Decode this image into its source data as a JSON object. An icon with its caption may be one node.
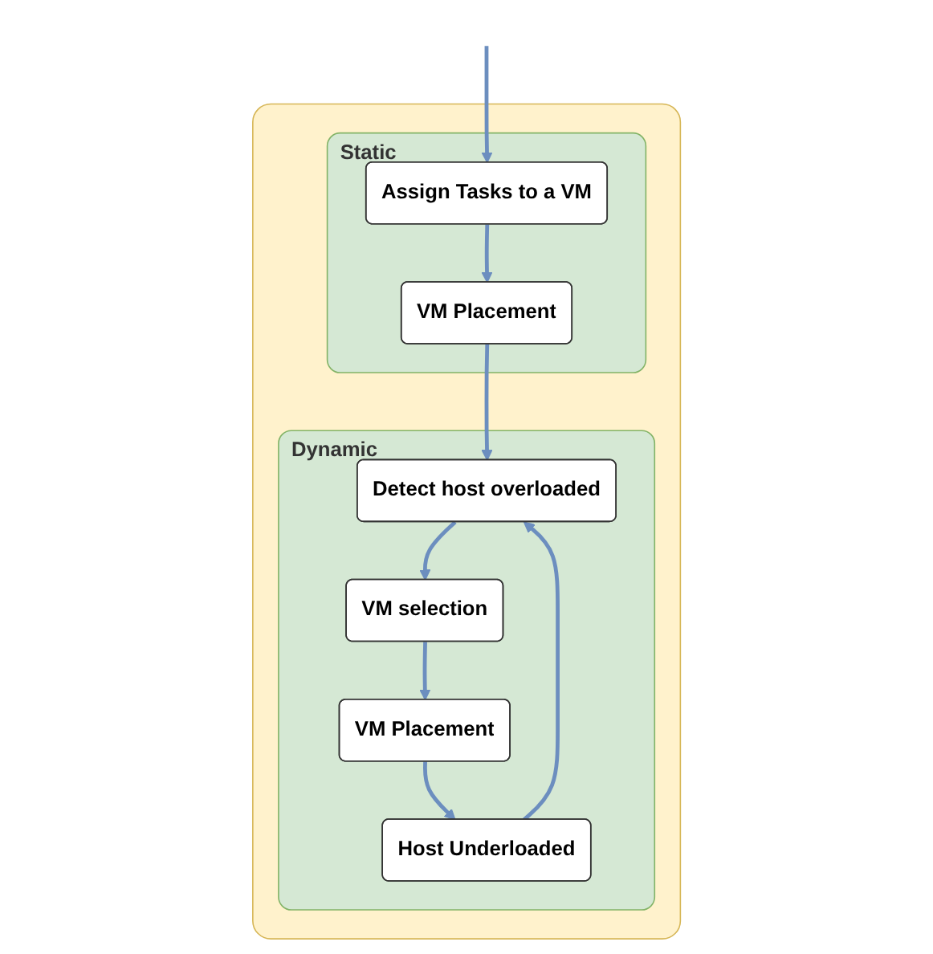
{
  "diagram": {
    "nodes": [
      {
        "text": [],
        "shape": "box"
      },
      {
        "text": [
          "Static"
        ],
        "in": 0
      },
      {
        "text": [
          "Assign Tasks to a VM"
        ],
        "in": 1
      },
      {
        "text": [
          "VM Placement"
        ],
        "in": 1
      },
      {
        "text": [
          "Dynamic"
        ],
        "in": 0
      },
      {
        "text": [
          "Detect host overloaded"
        ],
        "in": 4
      },
      {
        "text": [
          "Host Underloaded"
        ],
        "in": 4
      },
      {
        "text": [
          "VM selection"
        ],
        "in": 4
      },
      {
        "text": [
          "VM Placement"
        ],
        "in": 4
      }
    ],
    "edges": [
      {
        "from": null,
        "to": 2,
        "arrow": "to"
      },
      {
        "from": 2,
        "to": 3,
        "arrow": "to"
      },
      {
        "from": 3,
        "to": 5,
        "arrow": "to"
      },
      {
        "from": 6,
        "to": 5,
        "arrow": "to"
      },
      {
        "from": 5,
        "to": 7,
        "arrow": "to"
      },
      {
        "from": 7,
        "to": 8,
        "arrow": "to"
      },
      {
        "from": 8,
        "to": 6,
        "arrow": "to"
      }
    ]
  }
}
